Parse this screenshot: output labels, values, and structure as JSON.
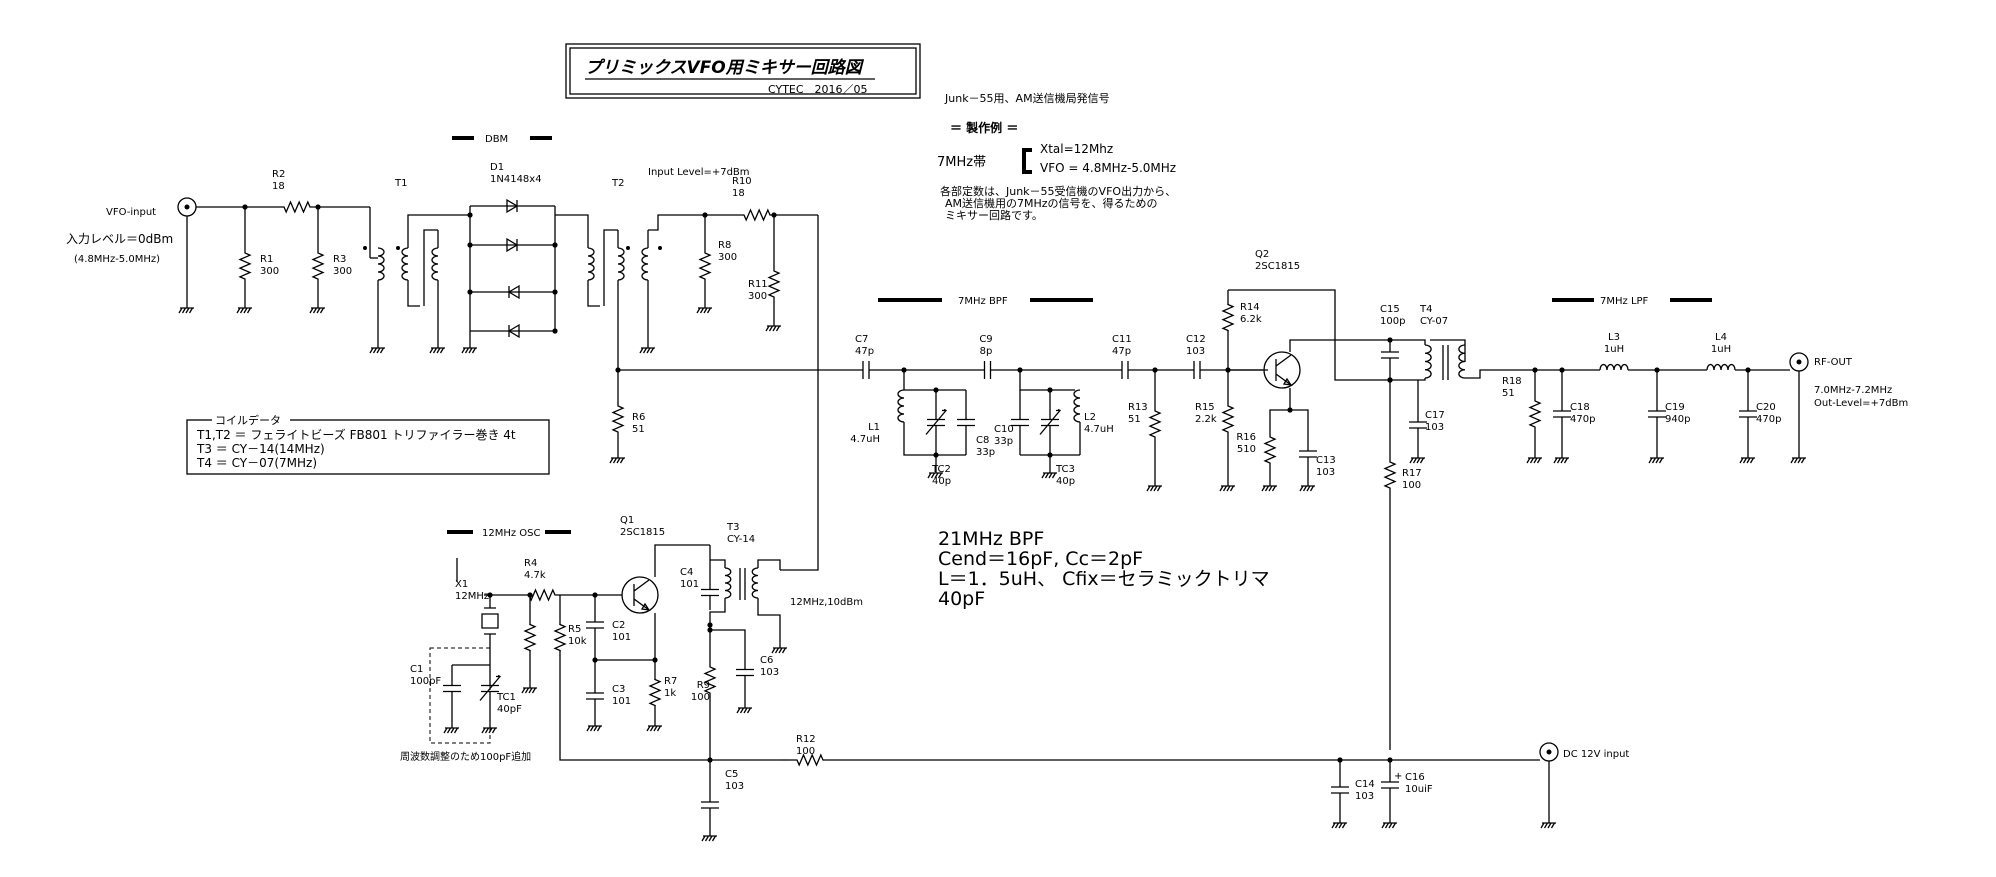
{
  "title": {
    "main": "プリミックスVFO用ミキサー回路図",
    "sub": "CYTEC　2016／05"
  },
  "header": {
    "junk": "Junk－55用、AM送信機局発信号",
    "example": "＝ 製作例 ＝",
    "band": "7MHz帯",
    "xtal": "Xtal=12Mhz",
    "vfo": "VFO = 4.8MHz-5.0MHz",
    "note1": "各部定数は、Junk－55受信機のVFO出力から、",
    "note2": "AM送信機用の7MHzの信号を、得るための",
    "note3": "ミキサー回路です。"
  },
  "sections": {
    "dbm": "DBM",
    "osc": "12MHz OSC",
    "bpf": "7MHz BPF",
    "lpf": "7MHz LPF"
  },
  "ports": {
    "vfo_in": "VFO-input",
    "vfo_level": "入力レベル＝0dBm",
    "vfo_range": "(4.8MHz-5.0MHz)",
    "input_level": "Input Level=+7dBm",
    "rf_out": "RF-OUT",
    "rf_range": "7.0MHz-7.2MHz",
    "out_level": "Out-Level=+7dBm",
    "dc_in": "DC 12V input",
    "osc_level": "12MHz,10dBm"
  },
  "coil": {
    "title": "コイルデータ",
    "l1": "T1,T2 ＝ フェライトビーズ FB801 トリファイラー巻き 4t",
    "l2": "T3 ＝ CY－14(14MHz)",
    "l3": "T4 ＝ CY－07(7MHz)"
  },
  "note21": {
    "l1": "21MHz BPF",
    "l2": "Cend＝16pF, Cc＝2pF",
    "l3": "L＝1．5uH、 Cfix＝セラミックトリマ",
    "l4": "40pF"
  },
  "trim_note": "周波数調整のため100pF追加",
  "parts": {
    "R1": [
      "R1",
      "300"
    ],
    "R2": [
      "R2",
      "18"
    ],
    "R3": [
      "R3",
      "300"
    ],
    "T1": [
      "T1"
    ],
    "T2": [
      "T2"
    ],
    "D1": [
      "D1",
      "1N4148x4"
    ],
    "R10": [
      "R10",
      "18"
    ],
    "R8": [
      "R8",
      "300"
    ],
    "R11": [
      "R11",
      "300"
    ],
    "R6": [
      "R6",
      "51"
    ],
    "C7": [
      "C7",
      "47p"
    ],
    "C9": [
      "C9",
      "8p"
    ],
    "C11": [
      "C11",
      "47p"
    ],
    "C12": [
      "C12",
      "103"
    ],
    "L1": [
      "L1",
      "4.7uH"
    ],
    "C8": [
      "C8",
      "33p"
    ],
    "TC2": [
      "TC2",
      "40p"
    ],
    "C10": [
      "C10",
      "33p"
    ],
    "L2": [
      "L2",
      "4.7uH"
    ],
    "TC3": [
      "TC3",
      "40p"
    ],
    "R13": [
      "R13",
      "51"
    ],
    "Q2": [
      "Q2",
      "2SC1815"
    ],
    "R14": [
      "R14",
      "6.2k"
    ],
    "R15": [
      "R15",
      "2.2k"
    ],
    "R16": [
      "R16",
      "510"
    ],
    "C13": [
      "C13",
      "103"
    ],
    "C15": [
      "C15",
      "100p"
    ],
    "T4": [
      "T4",
      "CY-07"
    ],
    "C17": [
      "C17",
      "103"
    ],
    "R17": [
      "R17",
      "100"
    ],
    "R18": [
      "R18",
      "51"
    ],
    "L3": [
      "L3",
      "1uH"
    ],
    "L4": [
      "L4",
      "1uH"
    ],
    "C18": [
      "C18",
      "470p"
    ],
    "C19": [
      "C19",
      "940p"
    ],
    "C20": [
      "C20",
      "470p"
    ],
    "Q1": [
      "Q1",
      "2SC1815"
    ],
    "T3": [
      "T3",
      "CY-14"
    ],
    "X1": [
      "X1",
      "12MHz"
    ],
    "R4": [
      "R4",
      "4.7k"
    ],
    "R5": [
      "R5",
      "10k"
    ],
    "C2": [
      "C2",
      "101"
    ],
    "C3": [
      "C3",
      "101"
    ],
    "R7": [
      "R7",
      "1k"
    ],
    "C4": [
      "C4",
      "101"
    ],
    "R9": [
      "R9",
      "100"
    ],
    "C6": [
      "C6",
      "103"
    ],
    "C5": [
      "C5",
      "103"
    ],
    "R12": [
      "R12",
      "100"
    ],
    "C1": [
      "C1",
      "100pF"
    ],
    "TC1": [
      "TC1",
      "40pF"
    ],
    "C14": [
      "C14",
      "103"
    ],
    "C16": [
      "C16",
      "10uiF"
    ]
  }
}
